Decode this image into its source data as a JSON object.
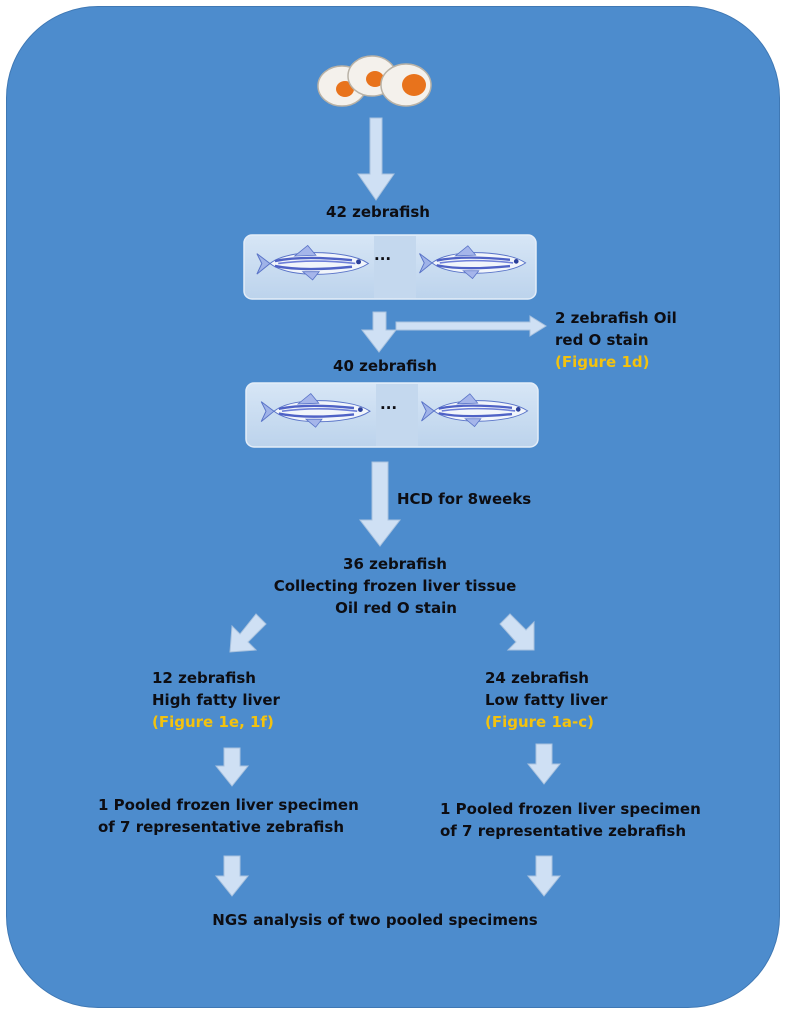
{
  "colors": {
    "background": "#4d8ccd",
    "arrow": "#cfe0f4",
    "arrow_stroke": "#a9c2de",
    "figure_ref": "#f3c20e",
    "text": "#0d0d12",
    "egg_yolk": "#e8731c"
  },
  "icons": {
    "eggs": "zebrafish-embryos-icon",
    "fish": "zebrafish-icon"
  },
  "step1": {
    "label": "42 zebrafish",
    "ellipsis": "..."
  },
  "side_branch": {
    "line1": "2 zebrafish Oil",
    "line2": "red O stain",
    "figure": "(Figure 1d)"
  },
  "step2": {
    "label": "40 zebrafish",
    "ellipsis": "..."
  },
  "treatment": {
    "label": "HCD for 8weeks"
  },
  "step3": {
    "line1": "36 zebrafish",
    "line2": "Collecting frozen liver tissue",
    "line3": "Oil red O stain"
  },
  "left_group": {
    "line1": "12 zebrafish",
    "line2": "High fatty liver",
    "figure": "(Figure 1e, 1f)",
    "pool_line1": "1 Pooled frozen liver specimen",
    "pool_line2": "of 7 representative  zebrafish"
  },
  "right_group": {
    "line1": "24 zebrafish",
    "line2": "Low fatty liver",
    "figure": "(Figure 1a-c)",
    "pool_line1": "1 Pooled frozen liver specimen",
    "pool_line2": "of 7 representative  zebrafish"
  },
  "final": {
    "label": "NGS analysis of two pooled specimens"
  }
}
